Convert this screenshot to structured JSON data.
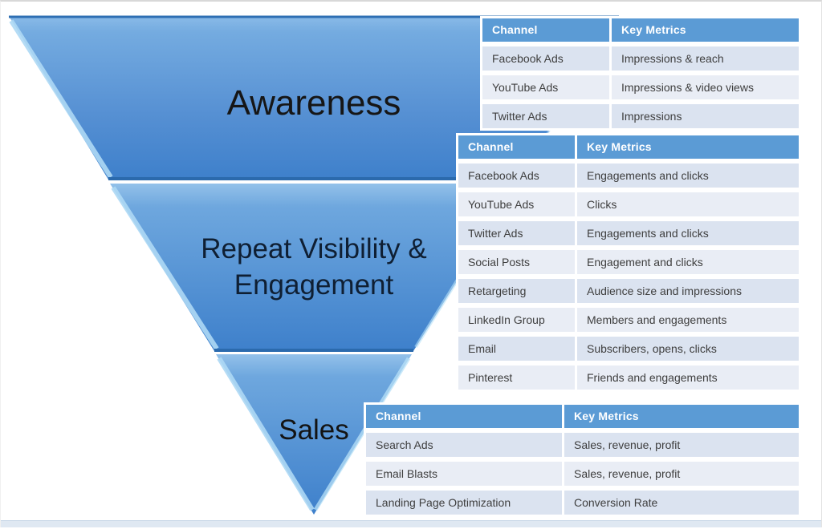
{
  "funnel": {
    "stages": [
      {
        "id": "awareness",
        "label": "Awareness"
      },
      {
        "id": "repeat-visibility",
        "line1": "Repeat Visibility &",
        "line2": "Engagement"
      },
      {
        "id": "sales",
        "label": "Sales"
      }
    ],
    "colors": {
      "body_top": "#7ab0e3",
      "body_bottom": "#3e80cb",
      "edge_dark": "#2e6fb3",
      "bevel_highlight": "#aed9f5",
      "awareness_text": "#161616",
      "middle_text": "#0f1f33",
      "sales_text": "#131313"
    }
  },
  "tables": [
    {
      "stage": "Awareness",
      "headers": [
        "Channel",
        "Key Metrics"
      ],
      "rows": [
        [
          "Facebook Ads",
          "Impressions & reach"
        ],
        [
          "YouTube Ads",
          "Impressions & video views"
        ],
        [
          "Twitter Ads",
          "Impressions"
        ]
      ]
    },
    {
      "stage": "Repeat Visibility & Engagement",
      "headers": [
        "Channel",
        "Key Metrics"
      ],
      "rows": [
        [
          "Facebook Ads",
          "Engagements and clicks"
        ],
        [
          "YouTube Ads",
          "Clicks"
        ],
        [
          "Twitter Ads",
          "Engagements and clicks"
        ],
        [
          "Social Posts",
          "Engagement and clicks"
        ],
        [
          "Retargeting",
          "Audience size and impressions"
        ],
        [
          "LinkedIn Group",
          "Members and engagements"
        ],
        [
          "Email",
          "Subscribers, opens, clicks"
        ],
        [
          "Pinterest",
          "Friends and engagements"
        ]
      ]
    },
    {
      "stage": "Sales",
      "headers": [
        "Channel",
        "Key Metrics"
      ],
      "rows": [
        [
          "Search Ads",
          "Sales, revenue, profit"
        ],
        [
          "Email Blasts",
          "Sales, revenue, profit"
        ],
        [
          "Landing Page Optimization",
          "Conversion Rate"
        ]
      ]
    }
  ],
  "table_style": {
    "header_bg": "#5b9bd5",
    "header_text": "#ffffff",
    "row_odd_bg": "#dbe3f0",
    "row_even_bg": "#e9edf5",
    "cell_text": "#3e3e3e"
  }
}
